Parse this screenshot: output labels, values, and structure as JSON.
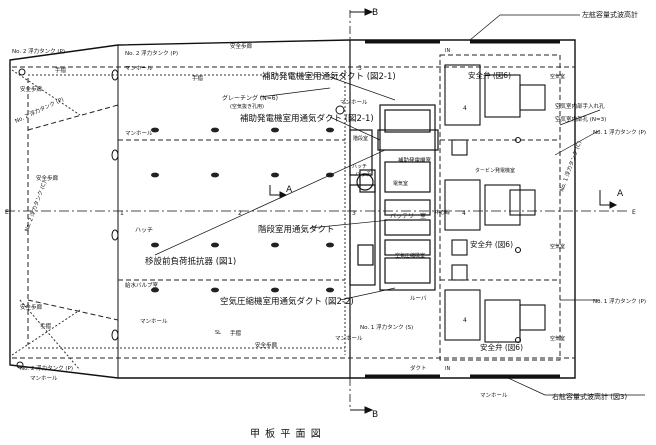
{
  "caption": "甲 板 平 面 図",
  "sections": {
    "b_top": "B",
    "b_bottom": "B",
    "a_left": "A",
    "a_right": "A"
  },
  "labels": {
    "port_gauge": "左舷容量式波高計",
    "stbd_gauge": "右舷容量式波高計 (図3)",
    "duct_aux_gen_top": "補助発電機室用通気ダクト (図2-1)",
    "duct_aux_gen_mid": "補助発電機室用通気ダクト (図2-1)",
    "duct_stair": "階段室用通気ダクト",
    "duct_air_comp": "空気圧縮機室用通気ダクト (図2-2)",
    "load_resistor": "移設前負荷抵抗器 (図1)",
    "safety_valve_1": "安全弁 (図6)",
    "safety_valve_2": "安全弁 (図6)",
    "safety_valve_3": "安全弁 (図6)",
    "grating": "グレーチング (N=6)",
    "grating_sub": "(空気抜き孔用)",
    "manhole_1": "マンホール",
    "manhole_2": "マンホール",
    "manhole_3": "マンホール",
    "manhole_4": "マンホール",
    "manhole_5": "マンホール",
    "manhole_6": "マンホール",
    "manhole_7": "マンホール",
    "hatch_1": "ハッチ",
    "hatch_2": "ハッチ",
    "walkway_1": "安全歩廊",
    "walkway_2": "安全歩廊",
    "walkway_3": "安全歩廊",
    "walkway_4": "安全歩廊",
    "walkway_5": "安全歩廊",
    "handrail_1": "手摺",
    "handrail_2": "手摺",
    "handrail_3": "手摺",
    "handrail_4": "手摺",
    "tank_p2_top": "No. 2 浮力タンク (P)",
    "tank_p2_top2": "No. 2 浮力タンク (P)",
    "tank_p2_left": "No. 2 浮力タンク (P)",
    "tank_c2_left": "No. 2 浮力タンク (C)",
    "tank_p2_bottom": "No. 2 浮力タンク (P)",
    "tank_p1_right": "No. 1 浮力タンク (P)",
    "tank_c1_right": "No. 1 浮力タンク (C)",
    "tank_s1_bottom": "No. 1 浮力タンク (S)",
    "tank_p1_bottom": "No. 1 浮力タンク (P)",
    "room_aux_gen": "補助発電機室",
    "room_battery": "バッテリー室",
    "room_air_comp": "空気圧縮機室",
    "room_turbine": "タービン発電機室",
    "room_stair": "階段室",
    "room_electric": "電気室",
    "hatch_small": "ハッチ",
    "valve_room": "給水バルブ室",
    "louver": "ルーバ",
    "duct_small": "ダクト",
    "air_chamber_hand": "空気室内部手入れ孔",
    "air_chamber_hole": "空気室内部孔 (N=3)",
    "air_chamber_1": "空気室",
    "air_chamber_2": "空気室",
    "air_chamber_3": "空気室",
    "centerline": "中心線",
    "sl_mark": "SL",
    "in_mark_1": "IN",
    "in_mark_2": "IN",
    "num_4_top": "4",
    "num_4_mid": "4",
    "num_4_bot": "4",
    "num_3_top": "3",
    "num_3_bot": "3",
    "num_2_mid": "2",
    "num_1_left": "1",
    "num_e_left": "E",
    "num_e_right": "E"
  }
}
